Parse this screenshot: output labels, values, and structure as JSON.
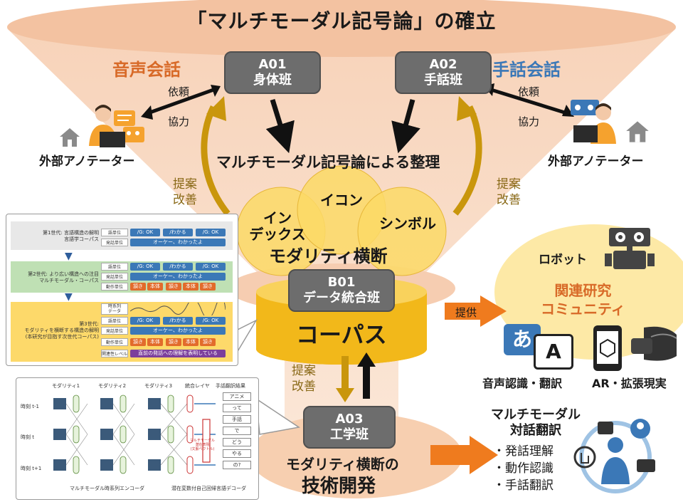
{
  "title": "「マルチモーダル記号論」の確立",
  "teams": {
    "a01": {
      "line1": "A01",
      "line2": "身体班"
    },
    "a02": {
      "line1": "A02",
      "line2": "手話班"
    },
    "b01": {
      "line1": "B01",
      "line2": "データ統合班"
    },
    "a03": {
      "line1": "A03",
      "line2": "工学班"
    }
  },
  "left_side": {
    "heading": "音声会話",
    "request": "依頼",
    "cooperation": "協力",
    "annotator": "外部アノテーター"
  },
  "right_side": {
    "heading": "手話会話",
    "request": "依頼",
    "cooperation": "協力",
    "annotator": "外部アノテーター"
  },
  "organize": "マルチモーダル記号論による整理",
  "proposal_left": [
    "提案",
    "改善"
  ],
  "proposal_right": [
    "提案",
    "改善"
  ],
  "proposal_bottom": [
    "提案",
    "改善"
  ],
  "venn": {
    "index": [
      "イン",
      "デックス"
    ],
    "icon": "イコン",
    "symbol": "シンボル",
    "caption": "モダリティ横断"
  },
  "corpus": "コーパス",
  "provide": "提供",
  "community": {
    "robot": "ロボット",
    "title": [
      "関連研究",
      "コミュニティ"
    ],
    "speech": "音声認識・翻訳",
    "ar": "AR・拡張現実",
    "glyph_a": "あ",
    "glyph_b": "A"
  },
  "engineering": {
    "line1": "モダリティ横断の",
    "line2": "技術開発"
  },
  "dialog": {
    "title": [
      "マルチモーダル",
      "対話翻訳"
    ],
    "bullets": [
      "・発話理解",
      "・動作認識",
      "・手話翻訳"
    ]
  },
  "corpus_panel": {
    "gen1": [
      "第1世代: 言語構造の解明",
      "言語学コーパス"
    ],
    "gen2": [
      "第2世代: より広い構造への注目",
      "マルチモーダル・コーパス"
    ],
    "gen3": [
      "第3世代:",
      "モダリティを横断する構造の解明",
      "(本研究が目指す次世代コーパス)"
    ],
    "unit_word": "語単位",
    "unit_utter": "発話単位",
    "unit_action": "動作単位",
    "timeseries": [
      "時系列",
      "データ"
    ],
    "relation": "関連性レベル",
    "chips_words": [
      "/G: OK",
      "/わかる",
      "/G: OK"
    ],
    "utterance": "オーケー、わかったよ",
    "relation_text": "直前の発話への理解を表明している",
    "action_chip": "頷き",
    "action_chip2": "本体"
  },
  "nn_panel": {
    "modalities": [
      "モダリティ1",
      "モダリティ2",
      "モダリティ3"
    ],
    "integration": "統合レイヤ",
    "result_title": "手話翻訳結果",
    "times": [
      "時刻 t-1",
      "時刻 t",
      "時刻 t+1"
    ],
    "results": [
      "アニメ",
      "って",
      "手話",
      "で",
      "どう",
      "やる",
      "の?"
    ],
    "encoder": "マルチモーダル時系列エンコーダ",
    "decoder": "潜在変数付自己回帰言語デコーダ",
    "latent": [
      "マルチモーダル",
      "潜在表現",
      "(文脈ベクトル)"
    ],
    "dots": "・・・"
  },
  "colors": {
    "funnel": "#f5cdb0",
    "title_band": "#f3c2a1",
    "venn": "#fbd966",
    "corpus_gold": "#f2b81a",
    "arrow_gold": "#c9960c",
    "arrow_orange": "#ef7b1e",
    "team_gray": "#6d6d6d",
    "community_yellow": "#fde9a6",
    "person_orange": "#f5a22e",
    "blue": "#3b78b7",
    "house": "#8a8a8a"
  }
}
